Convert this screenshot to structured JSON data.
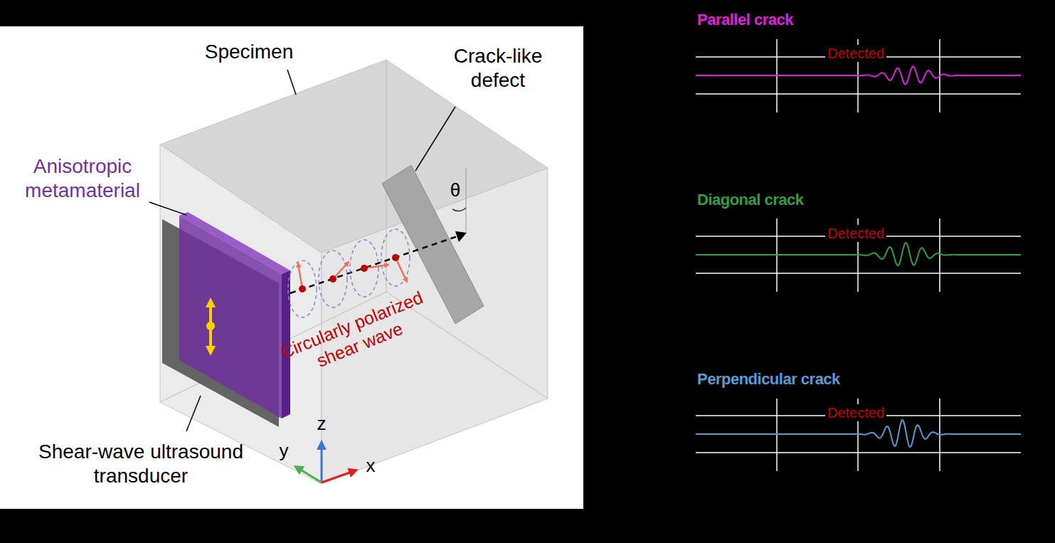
{
  "diagram": {
    "labels": [
      "Specimen",
      "Crack-like defect",
      "Anisotropic metamaterial",
      "Circularly polarized shear wave",
      "θ",
      "Shear-wave ultrasound transducer",
      "y",
      "z",
      "x",
      "Parallel crack",
      "Detected",
      "Diagonal crack",
      "Detected",
      "Perpendicular crack",
      "Detected"
    ]
  }
}
